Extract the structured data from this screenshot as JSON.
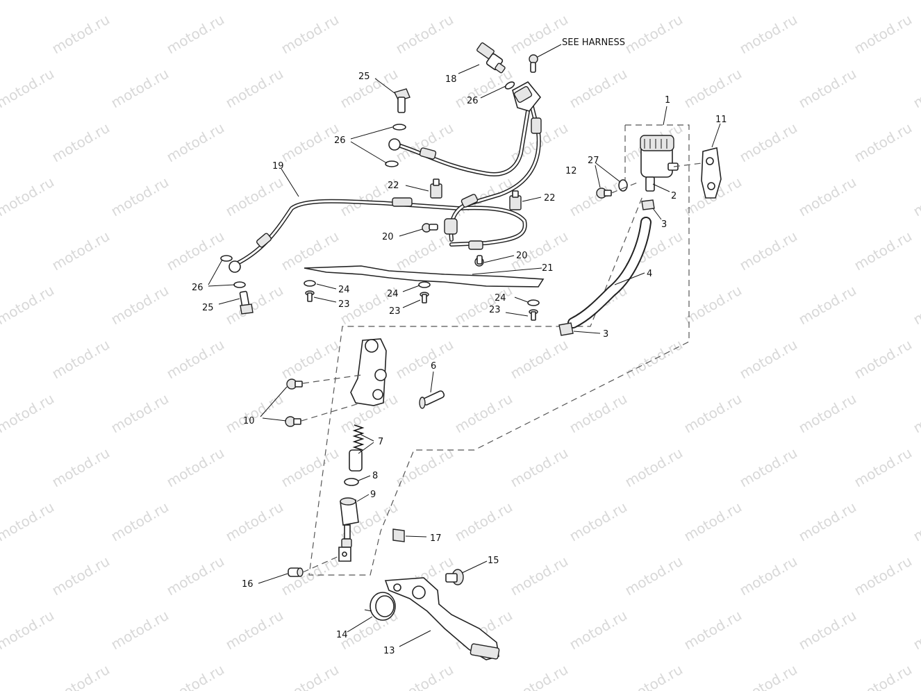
{
  "watermark": "motod.ru",
  "callouts": [
    {
      "id": "see-harness",
      "text": "SEE HARNESS"
    },
    {
      "id": "c1",
      "text": "1"
    },
    {
      "id": "c2",
      "text": "2"
    },
    {
      "id": "c3a",
      "text": "3"
    },
    {
      "id": "c3b",
      "text": "3"
    },
    {
      "id": "c4",
      "text": "4"
    },
    {
      "id": "c6",
      "text": "6"
    },
    {
      "id": "c7",
      "text": "7"
    },
    {
      "id": "c8",
      "text": "8"
    },
    {
      "id": "c9",
      "text": "9"
    },
    {
      "id": "c10",
      "text": "10"
    },
    {
      "id": "c11",
      "text": "11"
    },
    {
      "id": "c12",
      "text": "12"
    },
    {
      "id": "c13",
      "text": "13"
    },
    {
      "id": "c14",
      "text": "14"
    },
    {
      "id": "c15",
      "text": "15"
    },
    {
      "id": "c16",
      "text": "16"
    },
    {
      "id": "c17",
      "text": "17"
    },
    {
      "id": "c18",
      "text": "18"
    },
    {
      "id": "c19",
      "text": "19"
    },
    {
      "id": "c20a",
      "text": "20"
    },
    {
      "id": "c20b",
      "text": "20"
    },
    {
      "id": "c21",
      "text": "21"
    },
    {
      "id": "c22a",
      "text": "22"
    },
    {
      "id": "c22b",
      "text": "22"
    },
    {
      "id": "c23a",
      "text": "23"
    },
    {
      "id": "c23b",
      "text": "23"
    },
    {
      "id": "c23c",
      "text": "23"
    },
    {
      "id": "c24a",
      "text": "24"
    },
    {
      "id": "c24b",
      "text": "24"
    },
    {
      "id": "c24c",
      "text": "24"
    },
    {
      "id": "c25a",
      "text": "25"
    },
    {
      "id": "c25b",
      "text": "25"
    },
    {
      "id": "c26a",
      "text": "26"
    },
    {
      "id": "c26b",
      "text": "26"
    },
    {
      "id": "c26c",
      "text": "26"
    },
    {
      "id": "c27",
      "text": "27"
    }
  ]
}
